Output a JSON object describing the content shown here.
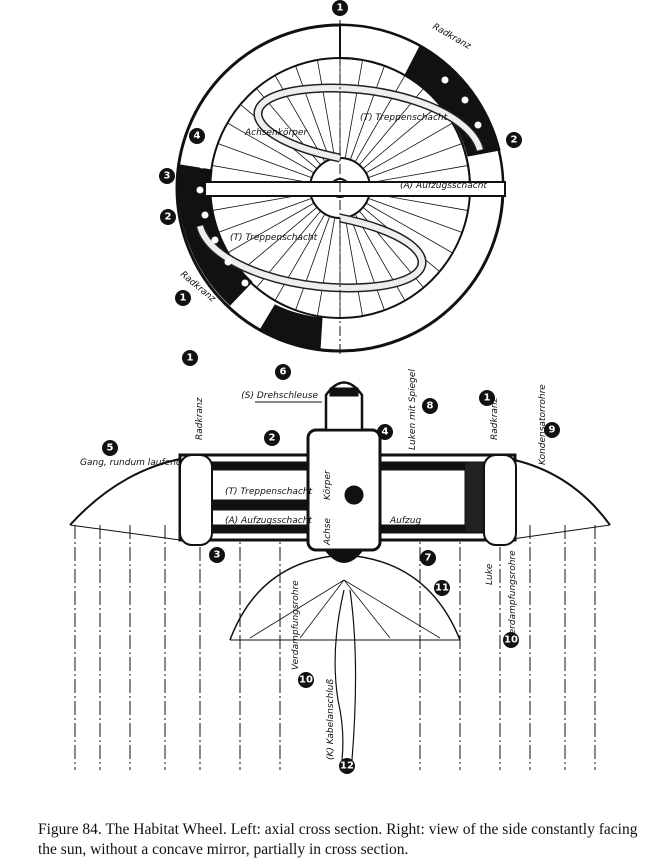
{
  "figure": {
    "caption": "Figure 84. The Habitat Wheel. Left: axial cross section. Right: view of the side constantly facing the sun, without a concave mirror, partially in cross section.",
    "labels": {
      "radkranz": "Radkranz",
      "treppenschacht": "(T) Treppenschacht",
      "aufzugsschacht": "(A) Aufzugsschacht",
      "achsenkoerper": "Achsenkörper",
      "drehschleuse": "(S) Drehschleuse",
      "gang": "Gang, rundum laufend",
      "luken": "Luken mit Spiegel",
      "kondensator": "Kondensatorrohre",
      "verdampfung": "Verdampfungsrohre",
      "luke": "Luke",
      "aufzug": "Aufzug",
      "kabel": "(K) Kabelanschluß",
      "koerper": "Körper",
      "achse": "Achse"
    },
    "numbers": [
      "1",
      "2",
      "3",
      "4",
      "5",
      "6",
      "7",
      "8",
      "9",
      "10",
      "11",
      "12"
    ]
  }
}
